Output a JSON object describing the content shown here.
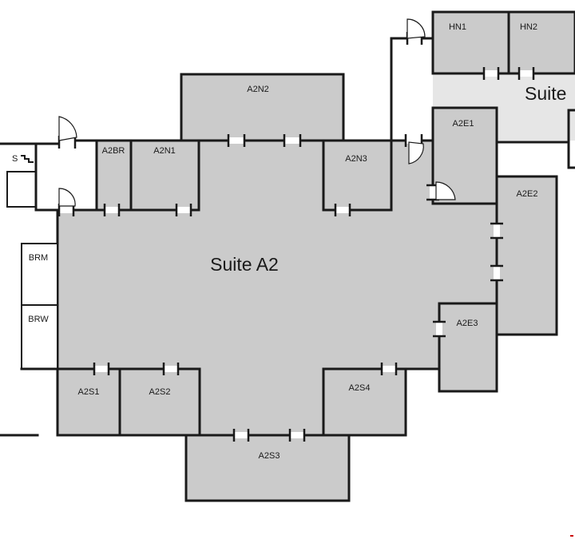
{
  "plan": {
    "suite_main_label": "Suite A2",
    "suite_partial_label": "Suite",
    "rooms": {
      "hn1": "HN1",
      "hn2": "HN2",
      "a2n2": "A2N2",
      "a2br": "A2BR",
      "a2n1": "A2N1",
      "a2n3": "A2N3",
      "a2e1": "A2E1",
      "a2e2": "A2E2",
      "a2e3": "A2E3",
      "brm": "BRM",
      "brw": "BRW",
      "stair": "S",
      "a2s1": "A2S1",
      "a2s2": "A2S2",
      "a2s3": "A2S3",
      "a2s4": "A2S4"
    }
  },
  "colors": {
    "room_fill": "#cbcbcb",
    "suite_light_fill": "#e6e6e6",
    "wall": "#1a1a1a",
    "marker": "#cc0000"
  }
}
